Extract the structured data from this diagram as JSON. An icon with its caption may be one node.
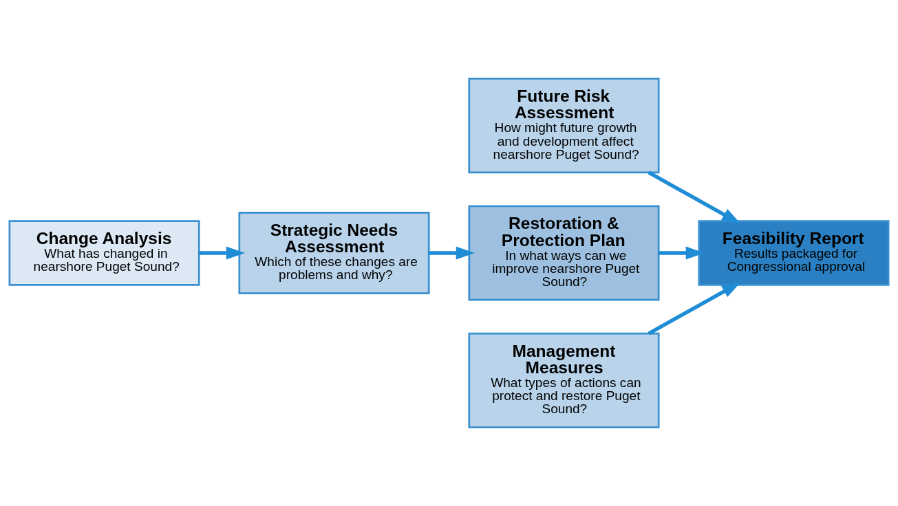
{
  "diagram": {
    "nodes": [
      {
        "text": [
          "Future Risk Assessment",
          "How might future growth and development affect nearshore Puget Sound?"
        ]
      },
      {
        "text": [
          "Change Analysis",
          "What has changed in nearshore Puget Sound?"
        ]
      },
      {
        "text": [
          "Strategic Needs Assessment",
          "Which of these changes are problems and why?"
        ]
      },
      {
        "text": [
          "Restoration & Protection Plan",
          "In what ways can we improve nearshore Puget Sound?"
        ]
      },
      {
        "text": [
          "Feasibility Report",
          "Results packaged for Congressional approval"
        ]
      },
      {
        "text": [
          "Management Measures",
          "What types of actions can protect and restore Puget Sound?"
        ]
      }
    ],
    "edges": [
      {
        "from": 1,
        "to": 2,
        "arrow": "to"
      },
      {
        "from": 2,
        "to": 3,
        "arrow": "to"
      },
      {
        "from": 3,
        "to": 4,
        "arrow": "to"
      },
      {
        "from": 0,
        "to": 4,
        "arrow": "to"
      },
      {
        "from": 5,
        "to": 4,
        "arrow": "to"
      }
    ]
  }
}
